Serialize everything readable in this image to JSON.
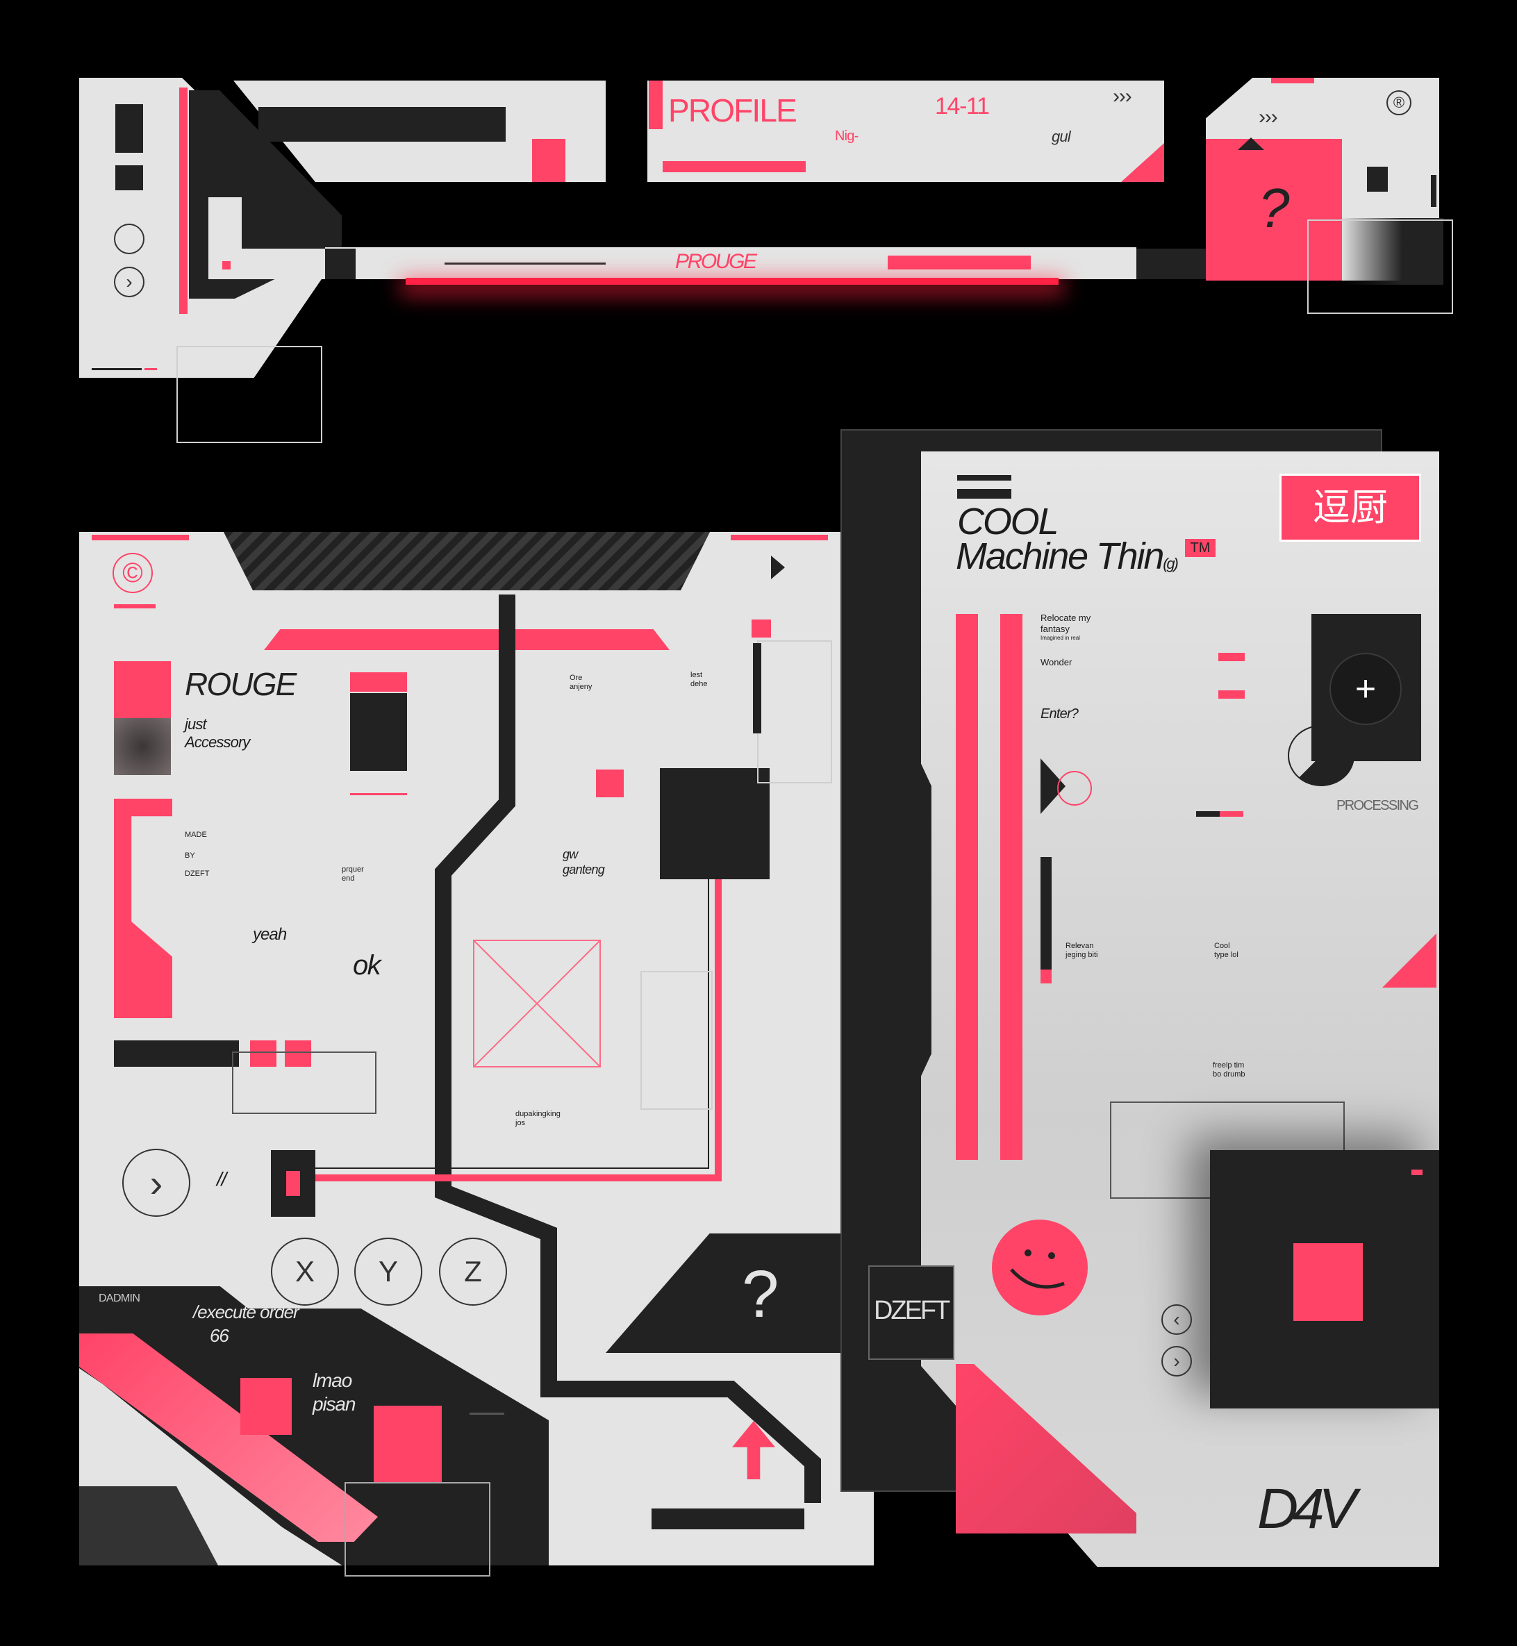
{
  "header": {
    "profile_title": "PROFILE",
    "date": "14-11",
    "sub_left": "Nig-",
    "sub_right": "gul",
    "arrows_a": "›››",
    "arrows_b": "›››",
    "registered": "®",
    "question": "?",
    "bar_label": "PROUGE",
    "chevron": "›"
  },
  "left_panel": {
    "copyright": "©",
    "title": "ROUGE",
    "subtitle_1": "just",
    "subtitle_2": "Accessory",
    "made_by_1": "MADE",
    "made_by_2": "BY",
    "made_by_3": "DZEFT",
    "small_a": "prquer end",
    "small_b": "Ore anjeny",
    "small_c": "lest dehe",
    "small_d": "gw ganteng",
    "small_e": "dupakingking jos",
    "yeah": "yeah",
    "ok": "ok",
    "slashes": "//",
    "btn_x": "X",
    "btn_y": "Y",
    "btn_z": "Z",
    "next_icon": "›",
    "question": "?",
    "admin_tag": "DADMIN",
    "execute_order": "/execute order",
    "order_number": "66",
    "lmao": "lmao",
    "pisan": "pisan"
  },
  "right_panel": {
    "title_1": "COOL",
    "title_2": "Machine Thin",
    "title_suffix": "(g)",
    "trademark": "TM",
    "cjk_badge": "逗厨",
    "text_relocate": "Relocate my fantasy",
    "text_small": "Imagined in real",
    "text_wonder": "Wonder",
    "text_enter": "Enter?",
    "plus": "+",
    "processing": "PROCESSING",
    "small_left": "Relevan jeging biti",
    "small_right": "Cool type lol",
    "small_bottom": "freelp tim bo drumb",
    "dzeft": "DZEFT",
    "logo": "D4V",
    "prev": "‹",
    "next": "›"
  },
  "colors": {
    "accent": "#ff4468",
    "panel": "#e4e4e4",
    "dark": "#222222",
    "background": "#000000"
  }
}
